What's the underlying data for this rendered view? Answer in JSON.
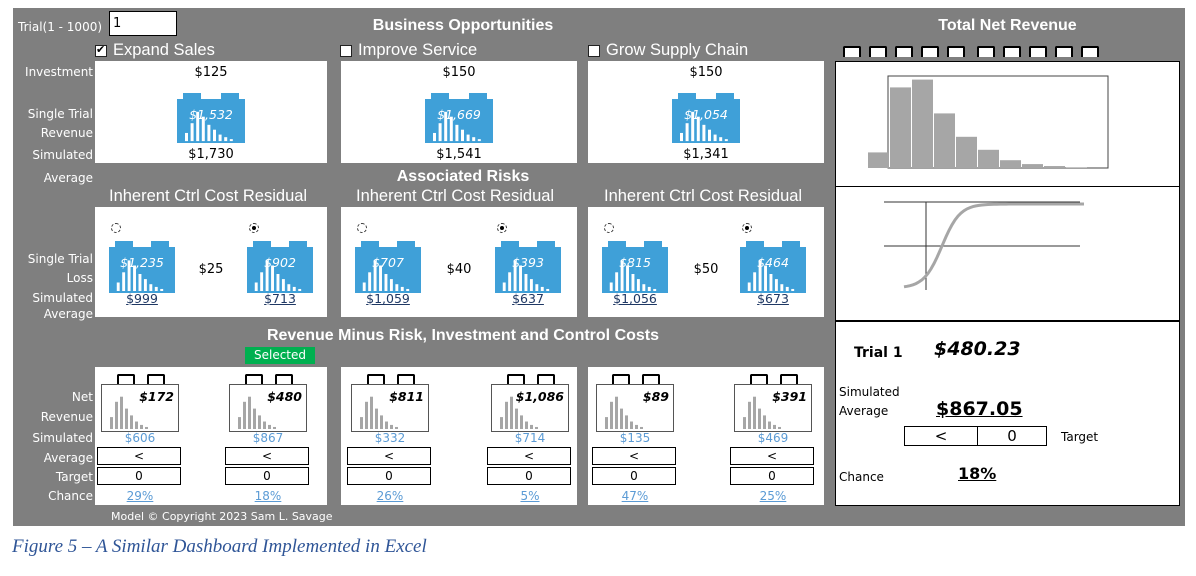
{
  "trial_input": {
    "label": "Trial(1 - 1000)",
    "value": "1"
  },
  "headers": {
    "business": "Business  Opportunities",
    "total_net": "Total Net Revenue",
    "risks": "Associated Risks",
    "net": "Revenue Minus Risk, Investment and Control Costs"
  },
  "row_labels": {
    "investment": "Investment",
    "single_trial": "Single Trial",
    "revenue": "Revenue",
    "simulated": "Simulated",
    "average": "Average",
    "loss": "Loss",
    "net": "Net",
    "target": "Target",
    "chance": "Chance"
  },
  "opportunities": [
    {
      "label": "Expand Sales",
      "checked": true,
      "investment": "$125",
      "single_trial": "$1,532",
      "simulated": "$1,730"
    },
    {
      "label": "Improve Service",
      "checked": false,
      "investment": "$150",
      "single_trial": "$1,669",
      "simulated": "$1,541"
    },
    {
      "label": "Grow Supply Chain",
      "checked": false,
      "investment": "$150",
      "single_trial": "$1,054",
      "simulated": "$1,341"
    }
  ],
  "risks": [
    {
      "heading": "Inherent Ctrl Cost Residual",
      "inherent_single": "$1,235",
      "ctrl_cost": "$25",
      "residual_single": "$902",
      "inherent_avg": "$999",
      "residual_avg": "$713",
      "selected": "residual"
    },
    {
      "heading": "Inherent Ctrl Cost Residual",
      "inherent_single": "$707",
      "ctrl_cost": "$40",
      "residual_single": "$393",
      "inherent_avg": "$1,059",
      "residual_avg": "$637",
      "selected": "residual"
    },
    {
      "heading": "Inherent Ctrl Cost Residual",
      "inherent_single": "$815",
      "ctrl_cost": "$50",
      "residual_single": "$464",
      "inherent_avg": "$1,056",
      "residual_avg": "$673",
      "selected": "residual"
    }
  ],
  "net_revenue": {
    "selected_label": "Selected",
    "cells": [
      {
        "single": "$172",
        "avg": "$606",
        "op": "<",
        "target": "0",
        "chance": "29%"
      },
      {
        "single": "$480",
        "avg": "$867",
        "op": "<",
        "target": "0",
        "chance": "18%"
      },
      {
        "single": "$811",
        "avg": "$332",
        "op": "<",
        "target": "0",
        "chance": "26%"
      },
      {
        "single": "$1,086",
        "avg": "$714",
        "op": "<",
        "target": "0",
        "chance": "5%"
      },
      {
        "single": "$89",
        "avg": "$135",
        "op": "<",
        "target": "0",
        "chance": "47%"
      },
      {
        "single": "$391",
        "avg": "$469",
        "op": "<",
        "target": "0",
        "chance": "25%"
      }
    ]
  },
  "summary": {
    "trial_label": "Trial 1",
    "trial_value": "$480.23",
    "sim_label1": "Simulated",
    "sim_label2": "Average",
    "sim_value": "$867.05",
    "op": "<",
    "target": "0",
    "target_label": "Target",
    "chance_label": "Chance",
    "chance_value": "18%"
  },
  "histogram": {
    "values": [
      0.12,
      0.62,
      0.68,
      0.42,
      0.24,
      0.14,
      0.06,
      0.03,
      0.015,
      0.005
    ]
  },
  "copyright": "Model © Copyright 2023 Sam L. Savage",
  "caption": "Figure 5 – A Similar Dashboard Implemented in Excel",
  "colors": {
    "panel_bg": "#7f7f7f",
    "chip": "#3fa0d8",
    "selected": "#00b050",
    "link_blue": "#5b9bd5",
    "caption": "#2f5597"
  }
}
